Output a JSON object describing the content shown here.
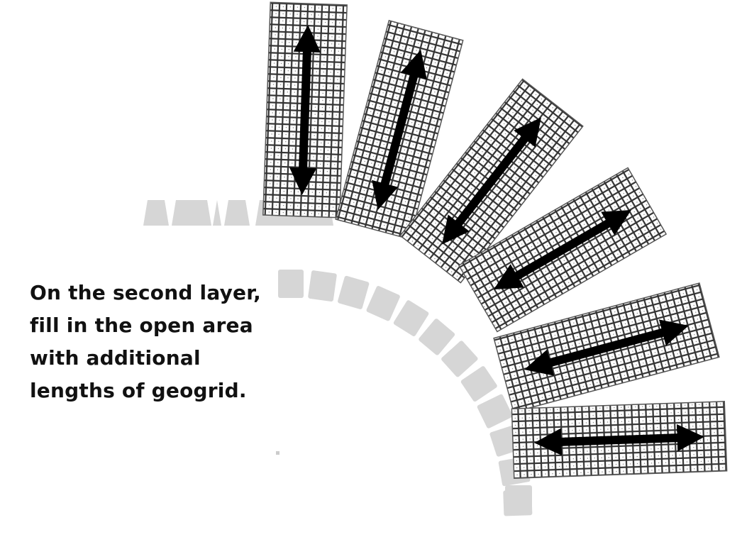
{
  "instruction": {
    "lines": [
      "On the second layer,",
      "fill in the open area",
      "with additional",
      "lengths of geogrid."
    ]
  },
  "colors": {
    "grid": "#2a2a2a",
    "block": "#d6d6d6",
    "arrow": "#000000",
    "text": "#111111"
  }
}
